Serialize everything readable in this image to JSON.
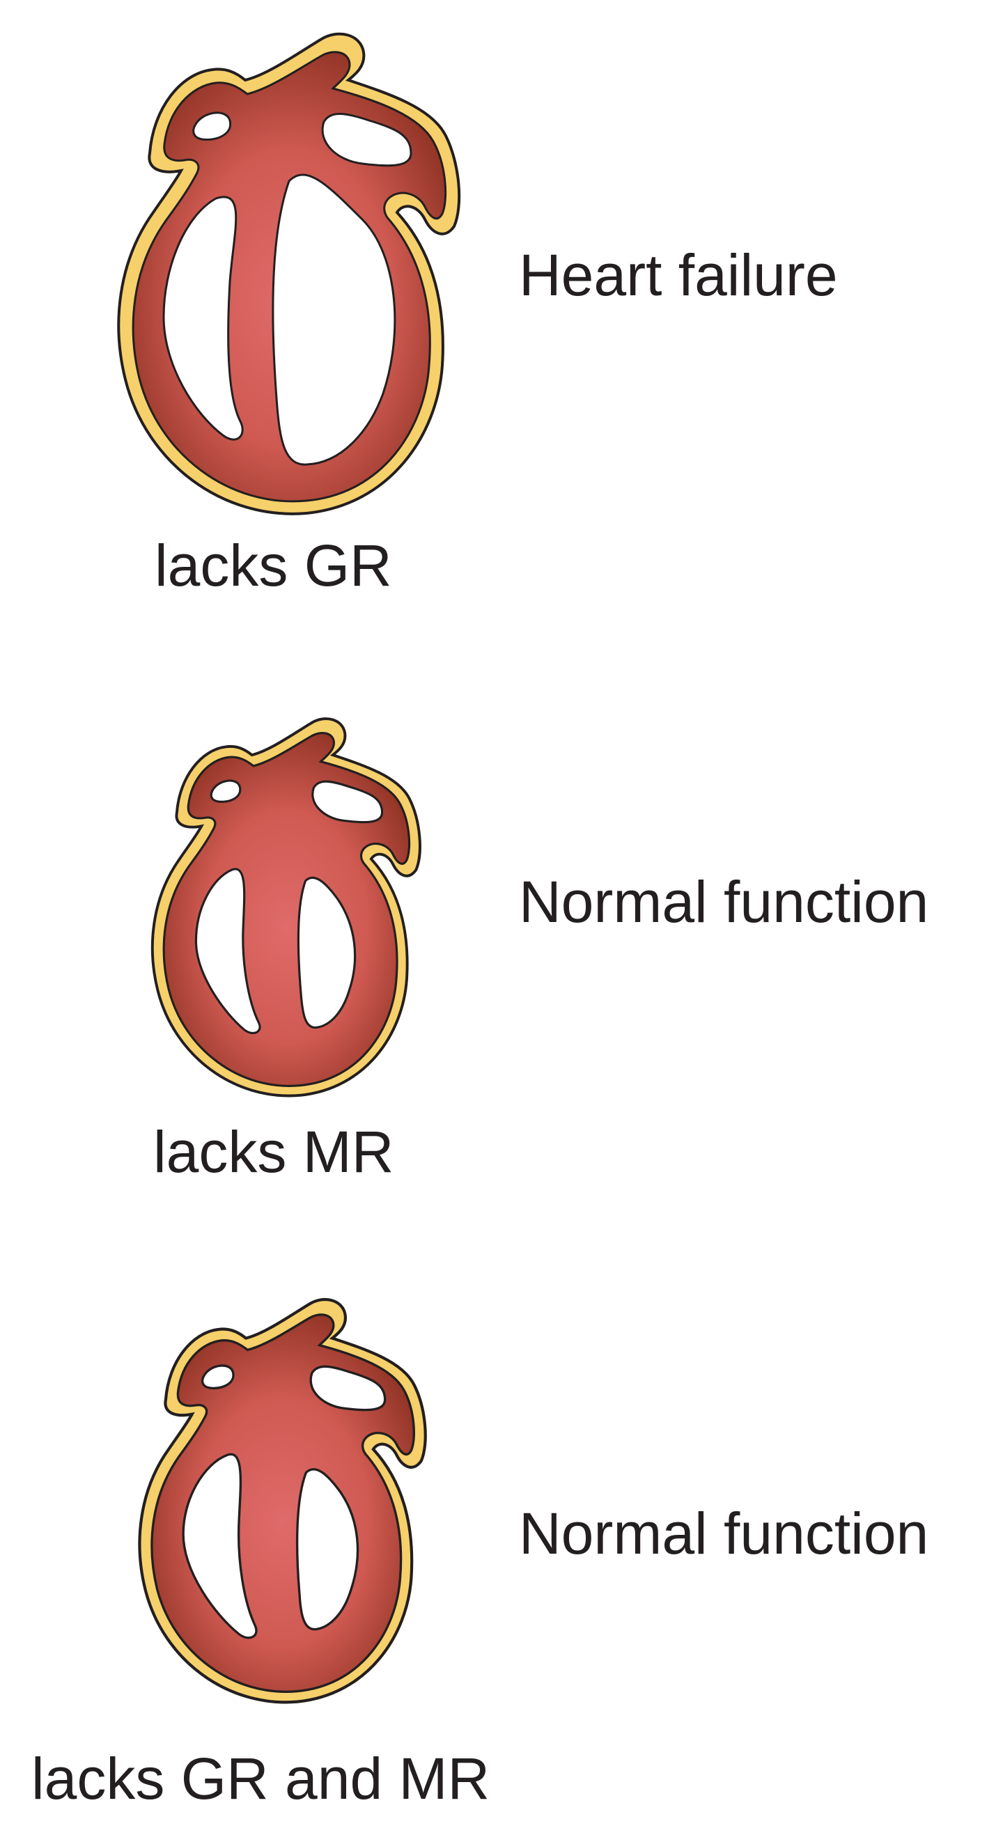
{
  "colors": {
    "myocardium_light": "#df6b6a",
    "myocardium_dark": "#8c3122",
    "pericardium": "#f6d06b",
    "outline": "#231f20",
    "chamber": "#ffffff",
    "text": "#231f20"
  },
  "panels": [
    {
      "caption": "lacks GR",
      "status": "Heart failure"
    },
    {
      "caption": "lacks MR",
      "status": "Normal function"
    },
    {
      "caption": "lacks GR and MR",
      "status": "Normal function"
    }
  ]
}
